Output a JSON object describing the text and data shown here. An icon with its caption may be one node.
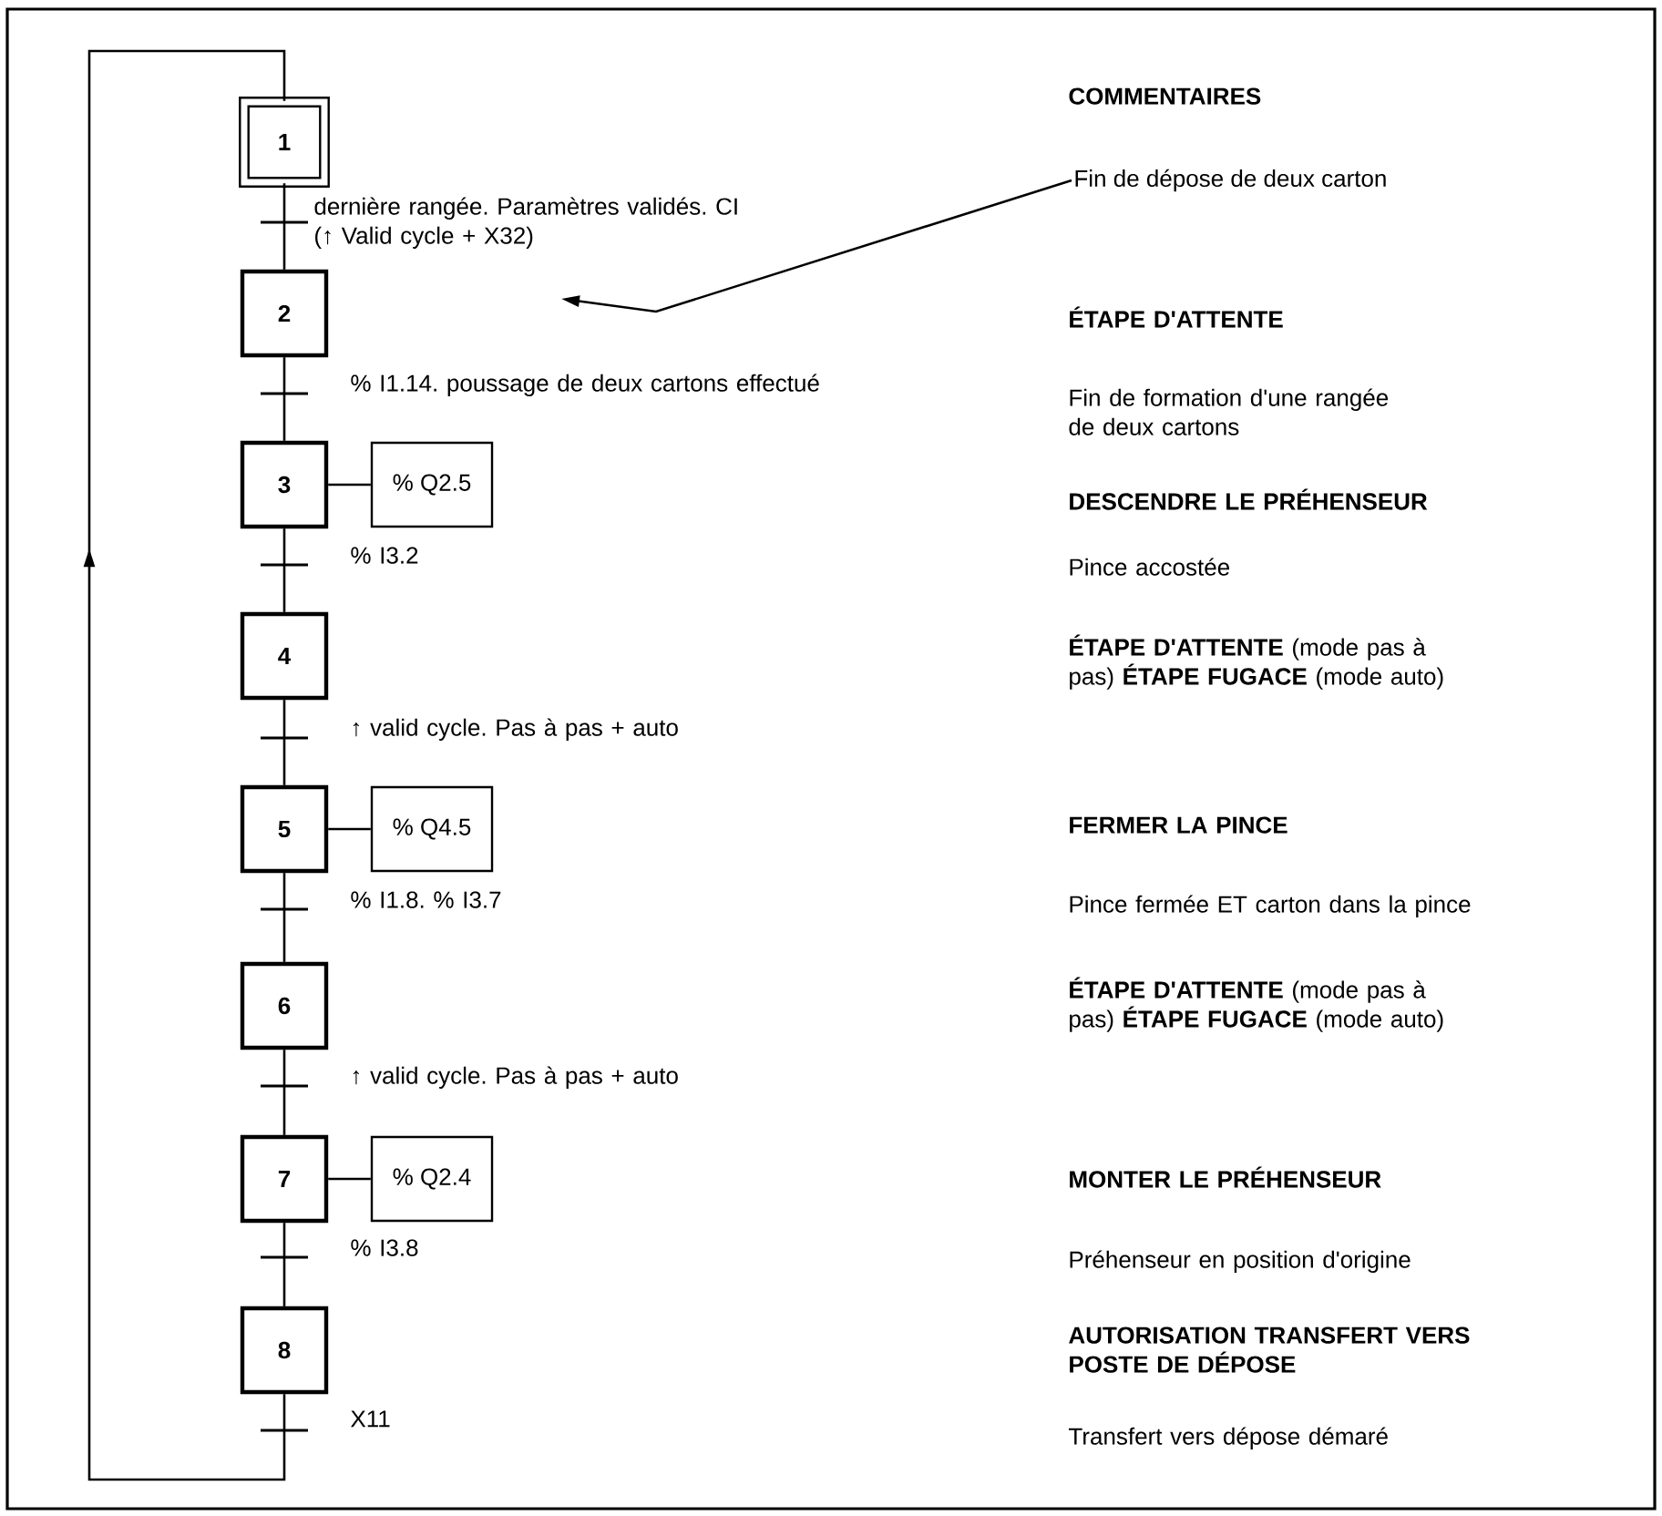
{
  "diagram": {
    "nodes": [
      {
        "text": [
          "1"
        ]
      },
      {
        "text": [
          "2"
        ]
      },
      {
        "text": [
          "3"
        ]
      },
      {
        "text": [
          "4"
        ]
      },
      {
        "text": [
          "5"
        ]
      },
      {
        "text": [
          "6"
        ]
      },
      {
        "text": [
          "7"
        ]
      },
      {
        "text": [
          "8"
        ]
      },
      {
        "text": [
          "% Q2.5"
        ]
      },
      {
        "text": [
          "% Q4.5"
        ]
      },
      {
        "text": [
          "% Q2.4"
        ]
      },
      {
        "text": [
          "Fin de dépose de deux carton"
        ]
      }
    ],
    "edges": [
      {
        "from": 0,
        "to": 1,
        "arrow": "none",
        "label": "dernière rangée. Paramètres validés. CI (↑ Valid cycle + X32)"
      },
      {
        "from": 1,
        "to": 2,
        "arrow": "none",
        "label": "% I1.14. poussage de deux cartons effectué"
      },
      {
        "from": 2,
        "to": 3,
        "arrow": "none",
        "label": "% I3.2"
      },
      {
        "from": 3,
        "to": 4,
        "arrow": "none",
        "label": "↑ valid cycle. Pas à pas + auto"
      },
      {
        "from": 4,
        "to": 5,
        "arrow": "none",
        "label": "% I1.8. % I3.7"
      },
      {
        "from": 5,
        "to": 6,
        "arrow": "none",
        "label": "↑ valid cycle. Pas à pas + auto"
      },
      {
        "from": 6,
        "to": 7,
        "arrow": "none",
        "label": "% I3.8"
      },
      {
        "from": 7,
        "to": 0,
        "arrow": "to",
        "label": "X11"
      },
      {
        "from": 2,
        "to": 8,
        "arrow": "none"
      },
      {
        "from": 4,
        "to": 9,
        "arrow": "none"
      },
      {
        "from": 6,
        "to": 10,
        "arrow": "none"
      },
      {
        "from": 11,
        "to": null,
        "arrow": "to"
      }
    ],
    "labels": [
      "COMMENTAIRES",
      "ÉTAPE D'ATTENTE",
      "Fin de formation d'une rangée de deux cartons",
      "DESCENDRE LE PRÉHENSEUR",
      "Pince accostée",
      "**ÉTAPE D'ATTENTE** (mode pas à pas) **ÉTAPE FUGACE** (mode auto)",
      "FERMER LA PINCE",
      "Pince fermée ET carton dans la pince",
      "**ÉTAPE D'ATTENTE** (mode pas à pas) **ÉTAPE FUGACE** (mode auto)",
      "MONTER LE PRÉHENSEUR",
      "Préhenseur en position d'origine",
      "AUTORISATION TRANSFERT VERS POSTE DE DÉPOSE",
      "Transfert vers dépose démaré"
    ]
  }
}
